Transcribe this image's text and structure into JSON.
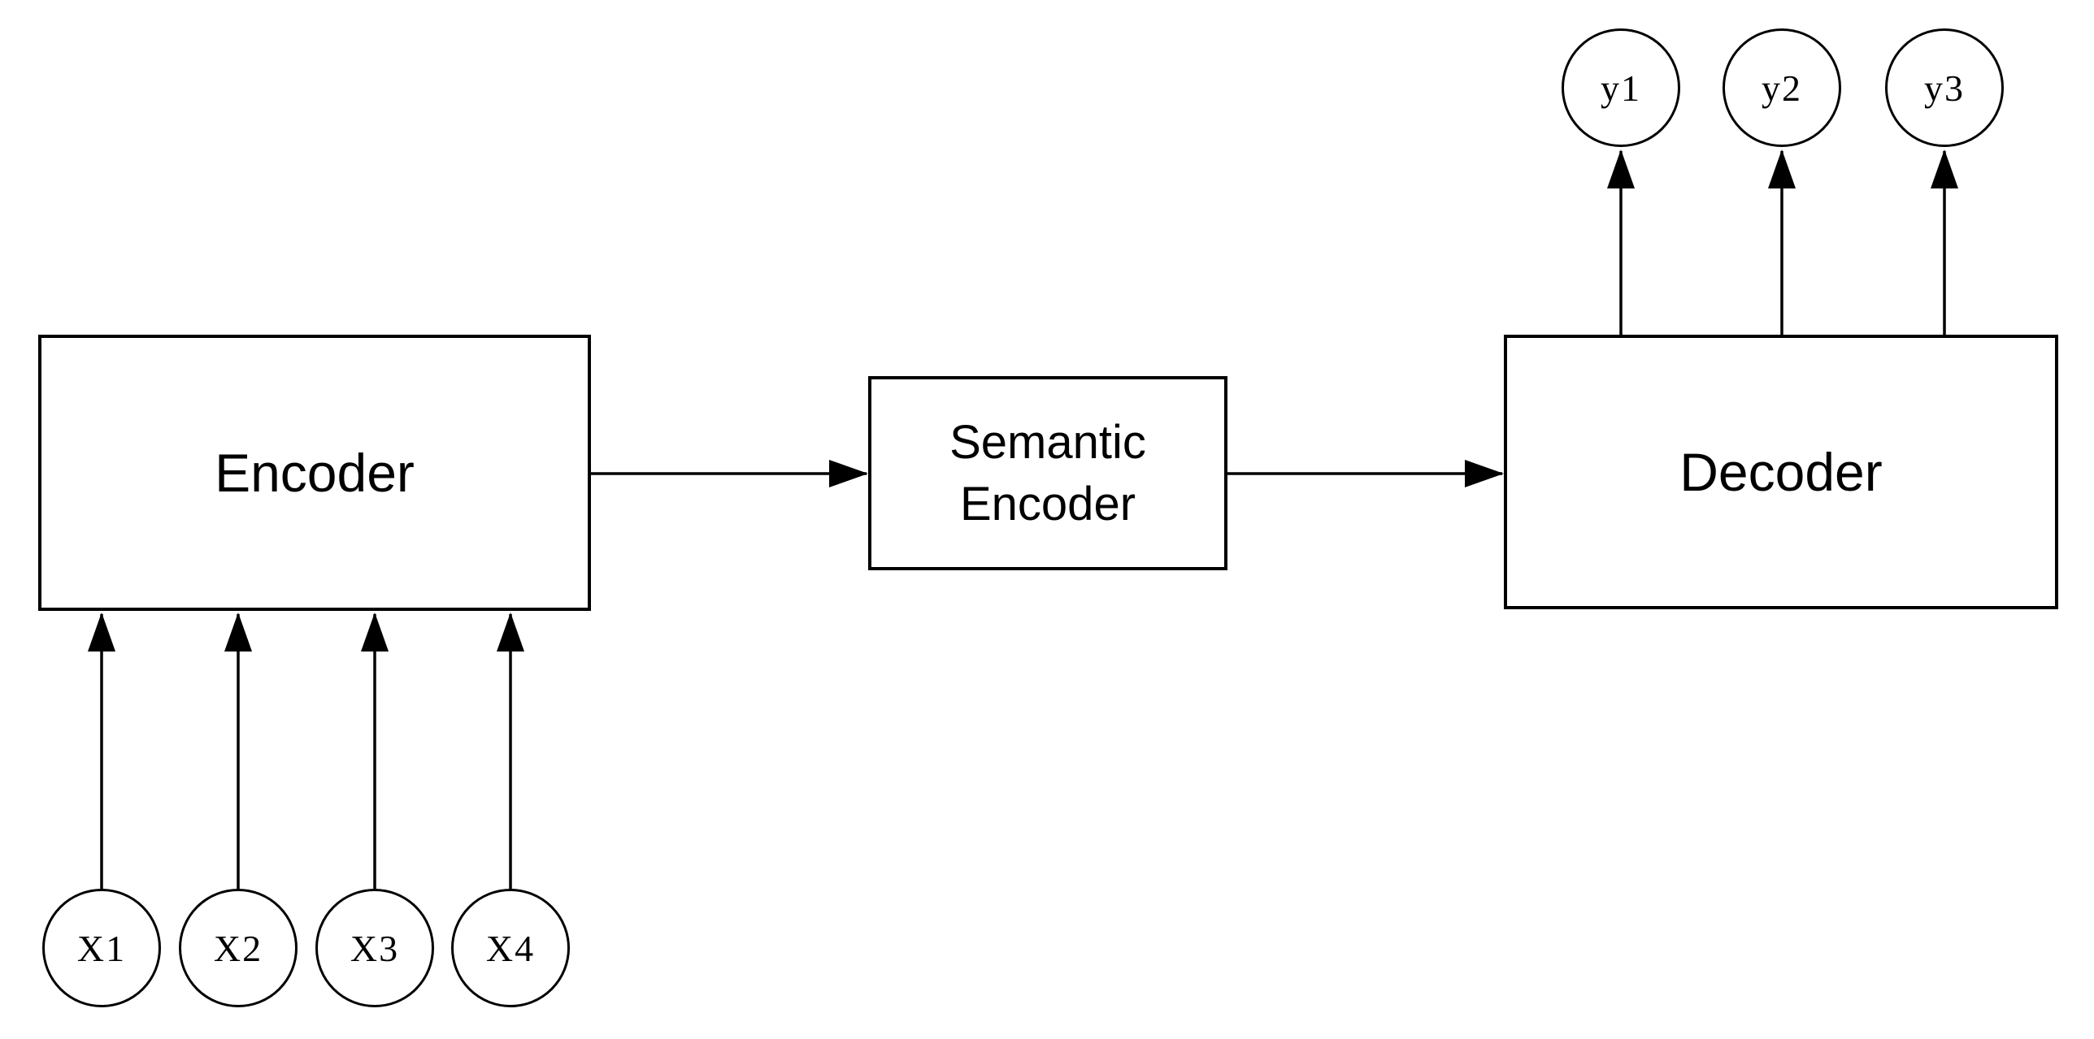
{
  "diagram": {
    "type": "flow-diagram",
    "colors": {
      "stroke": "#000000",
      "background": "#ffffff",
      "text": "#000000"
    },
    "blocks": {
      "encoder": {
        "label": "Encoder"
      },
      "semantic_encoder": {
        "label": "Semantic Encoder",
        "lines": [
          "Semantic",
          "Encoder"
        ]
      },
      "decoder": {
        "label": "Decoder"
      }
    },
    "inputs": [
      {
        "label": "X1"
      },
      {
        "label": "X2"
      },
      {
        "label": "X3"
      },
      {
        "label": "X4"
      }
    ],
    "outputs": [
      {
        "label": "y1"
      },
      {
        "label": "y2"
      },
      {
        "label": "y3"
      }
    ],
    "connections": [
      {
        "from": "X1",
        "to": "Encoder"
      },
      {
        "from": "X2",
        "to": "Encoder"
      },
      {
        "from": "X3",
        "to": "Encoder"
      },
      {
        "from": "X4",
        "to": "Encoder"
      },
      {
        "from": "Encoder",
        "to": "Semantic Encoder"
      },
      {
        "from": "Semantic Encoder",
        "to": "Decoder"
      },
      {
        "from": "Decoder",
        "to": "y1"
      },
      {
        "from": "Decoder",
        "to": "y2"
      },
      {
        "from": "Decoder",
        "to": "y3"
      }
    ]
  }
}
